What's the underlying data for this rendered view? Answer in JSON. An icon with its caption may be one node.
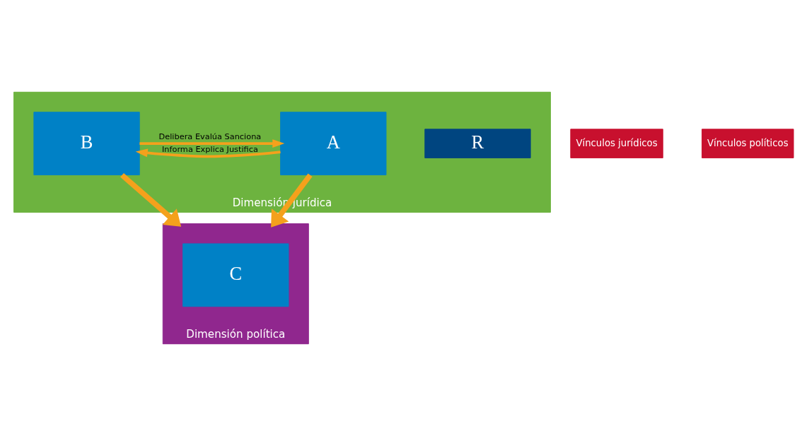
{
  "diagram": {
    "nodes": [
      {
        "text": [
          "Dimensión jurídica"
        ]
      },
      {
        "text": [
          "A"
        ],
        "in": 0
      },
      {
        "text": [
          "R"
        ],
        "in": 0
      },
      {
        "text": [
          "B"
        ],
        "in": 0
      },
      {
        "text": [
          "Dimensión política"
        ]
      },
      {
        "text": [
          "C"
        ],
        "in": 4
      },
      {
        "text": [
          "Vínculos jurídicos"
        ]
      },
      {
        "text": [
          "Vínculos políticos"
        ]
      }
    ],
    "edges": [
      {
        "from": 1,
        "to": 3,
        "arrow": "to",
        "label": "Informa Explica Justifica"
      },
      {
        "from": 3,
        "to": 1,
        "arrow": "to",
        "label": "Delibera Evalúa Sanciona"
      },
      {
        "from": 1,
        "to": 4,
        "arrow": "to",
        "style": "thick"
      },
      {
        "from": 3,
        "to": 4,
        "arrow": "to",
        "style": "thick"
      }
    ]
  }
}
